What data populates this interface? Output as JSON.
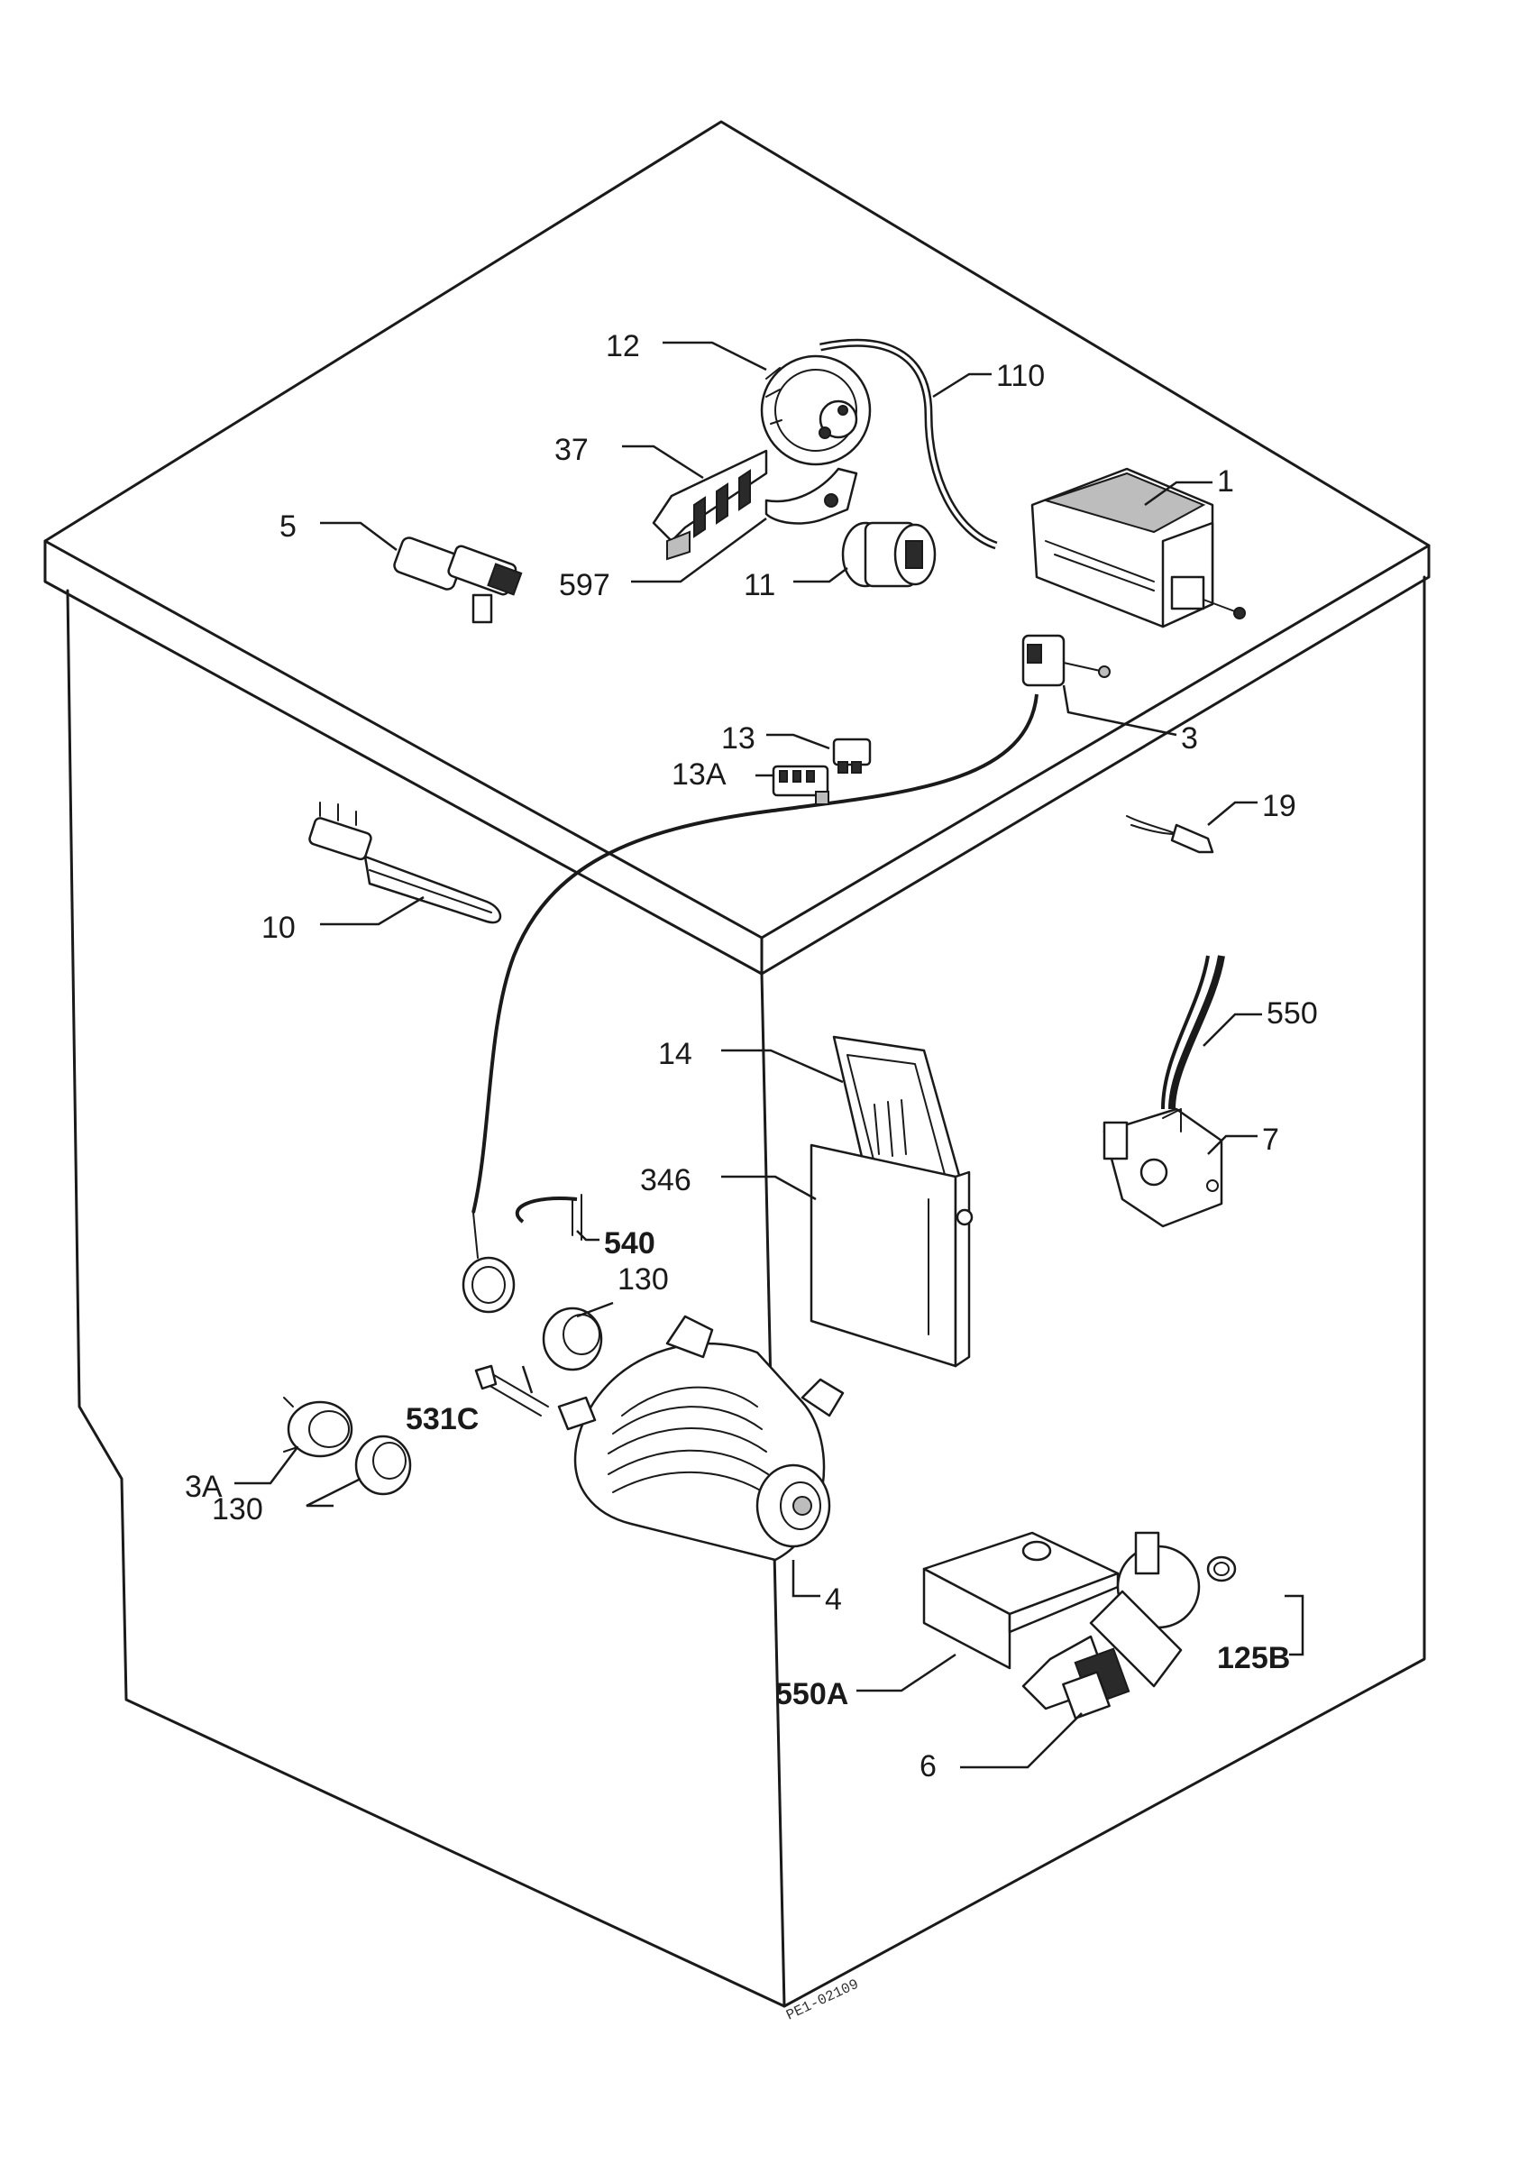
{
  "reference": "PE1-02109",
  "callouts": {
    "c1": "1",
    "c3": "3",
    "c3a": "3A",
    "c4": "4",
    "c5": "5",
    "c6": "6",
    "c7": "7",
    "c10": "10",
    "c11": "11",
    "c12": "12",
    "c13": "13",
    "c13a": "13A",
    "c14": "14",
    "c19": "19",
    "c37": "37",
    "c110": "110",
    "c125b": "125B",
    "c130a": "130",
    "c130b": "130",
    "c346": "346",
    "c531c": "531C",
    "c540": "540",
    "c550": "550",
    "c550a": "550A",
    "c597": "597"
  }
}
